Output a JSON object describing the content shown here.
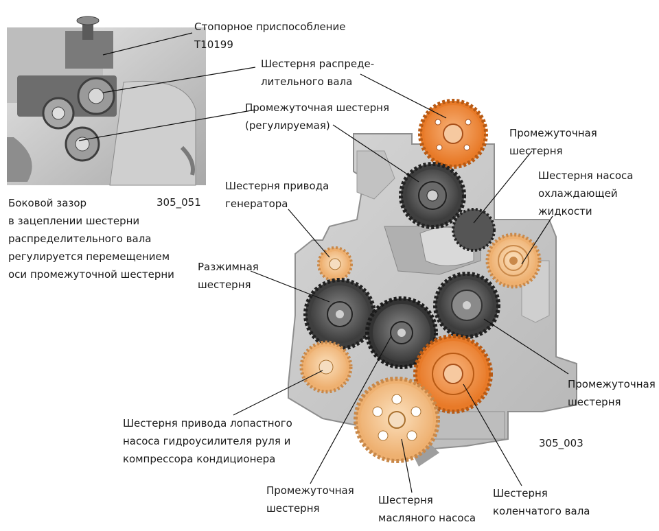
{
  "figure_codes": {
    "inset": "305_051",
    "main": "305_003"
  },
  "note": {
    "lines": [
      "Боковой зазор",
      "в зацеплении шестерни",
      "распределительного вала",
      "регулируется перемещением",
      "оси промежуточной шестерни"
    ]
  },
  "labels": {
    "locking_tool": [
      "Стопорное приспособление",
      "T10199"
    ],
    "camshaft_gear": [
      "Шестерня распреде-",
      "лительного вала"
    ],
    "idler_adjustable": [
      "Промежуточная шестерня",
      "(регулируемая)"
    ],
    "idler_upper_right": [
      "Промежуточная",
      "шестерня"
    ],
    "coolant_pump_gear": [
      "Шестерня насоса",
      "охлаждающей",
      "жидкости"
    ],
    "alternator_gear": [
      "Шестерня привода",
      "генератора"
    ],
    "scissor_gear": [
      "Разжимная",
      "шестерня"
    ],
    "idler_right": [
      "Промежуточная",
      "шестерня"
    ],
    "ps_pump_gear": [
      "Шестерня привода лопастного",
      "насоса гидроусилителя руля и",
      "компрессора кондиционера"
    ],
    "idler_bottom": [
      "Промежуточная",
      "шестерня"
    ],
    "oil_pump_gear": [
      "Шестерня",
      "масляного насоса"
    ],
    "crankshaft_gear": [
      "Шестерня",
      "коленчатого вала"
    ]
  },
  "colors": {
    "orange_gear": "#f08a3c",
    "light_orange_gear": "#f3c08a",
    "dark_gear": "#4a4a4a",
    "housing": "#c9c9c9",
    "leader_line": "#111111"
  }
}
